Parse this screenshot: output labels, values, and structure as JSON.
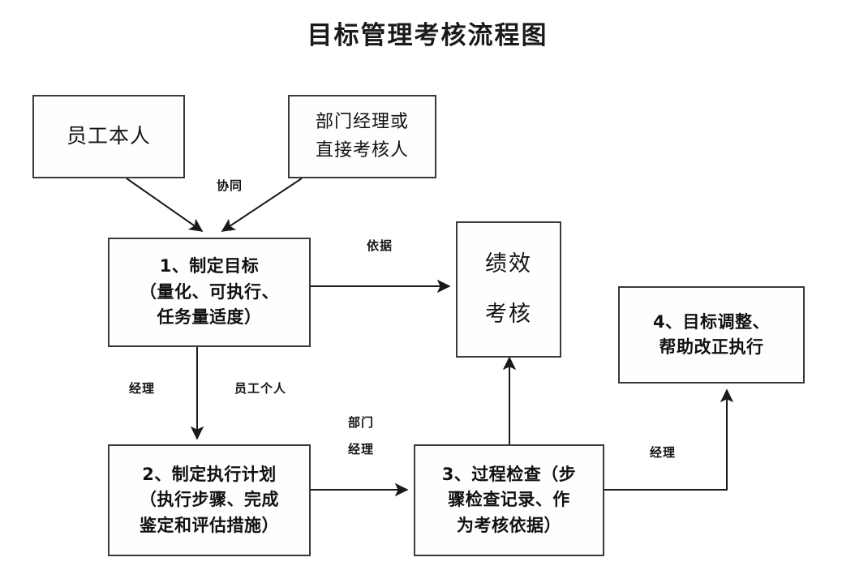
{
  "title": "目标管理考核流程图",
  "chart_data": {
    "type": "diagram",
    "title": "目标管理考核流程图",
    "nodes": [
      {
        "id": "employee",
        "lines": [
          "员工本人"
        ]
      },
      {
        "id": "manager",
        "lines": [
          "部门经理或",
          "直接考核人"
        ]
      },
      {
        "id": "step1",
        "lines": [
          "1、制定目标",
          "（量化、可执行、",
          "任务量适度）"
        ]
      },
      {
        "id": "appraisal",
        "lines": [
          "绩效",
          "考核"
        ]
      },
      {
        "id": "step4",
        "lines": [
          "4、目标调整、",
          "帮助改正执行"
        ]
      },
      {
        "id": "step2",
        "lines": [
          "2、制定执行计划",
          "（执行步骤、完成",
          "鉴定和评估措施）"
        ]
      },
      {
        "id": "step3",
        "lines": [
          "3、过程检查（步",
          "骤检查记录、作",
          "为考核依据）"
        ]
      }
    ],
    "edges": [
      {
        "from": "employee",
        "to": "step1",
        "label": "协同"
      },
      {
        "from": "manager",
        "to": "step1",
        "label": ""
      },
      {
        "from": "step1",
        "to": "appraisal",
        "label": "依据"
      },
      {
        "from": "step1",
        "to": "step2",
        "label": "员工个人"
      },
      {
        "from": "step2",
        "to": "step3",
        "label": "部门\n经理"
      },
      {
        "from": "step3",
        "to": "appraisal",
        "label": ""
      },
      {
        "from": "step3",
        "to": "step4",
        "label": "经理"
      }
    ],
    "edge_labels": [
      "协同",
      "依据",
      "经理",
      "员工个人",
      "部门",
      "经理",
      "经理"
    ]
  },
  "nodes": {
    "employee": {
      "line1": "员工本人"
    },
    "manager": {
      "line1": "部门经理或",
      "line2": "直接考核人"
    },
    "step1": {
      "line1": "1、制定目标",
      "line2": "（量化、可执行、",
      "line3": "任务量适度）"
    },
    "appraisal": {
      "line1": "绩效",
      "line2": "考核"
    },
    "step4": {
      "line1": "4、目标调整、",
      "line2": "帮助改正执行"
    },
    "step2": {
      "line1": "2、制定执行计划",
      "line2": "（执行步骤、完成",
      "line3": "鉴定和评估措施）"
    },
    "step3": {
      "line1": "3、过程检查（步",
      "line2": "骤检查记录、作",
      "line3": "为考核依据）"
    }
  },
  "edge_labels": {
    "collaborate": "协同",
    "basis": "依据",
    "manager_left": "经理",
    "employee_self": "员工个人",
    "dept_line1": "部门",
    "dept_line2": "经理",
    "manager_right": "经理"
  },
  "colors": {
    "border": "#3a3a3a",
    "text": "#111111",
    "background": "#ffffff",
    "arrow": "#1a1a1a"
  }
}
